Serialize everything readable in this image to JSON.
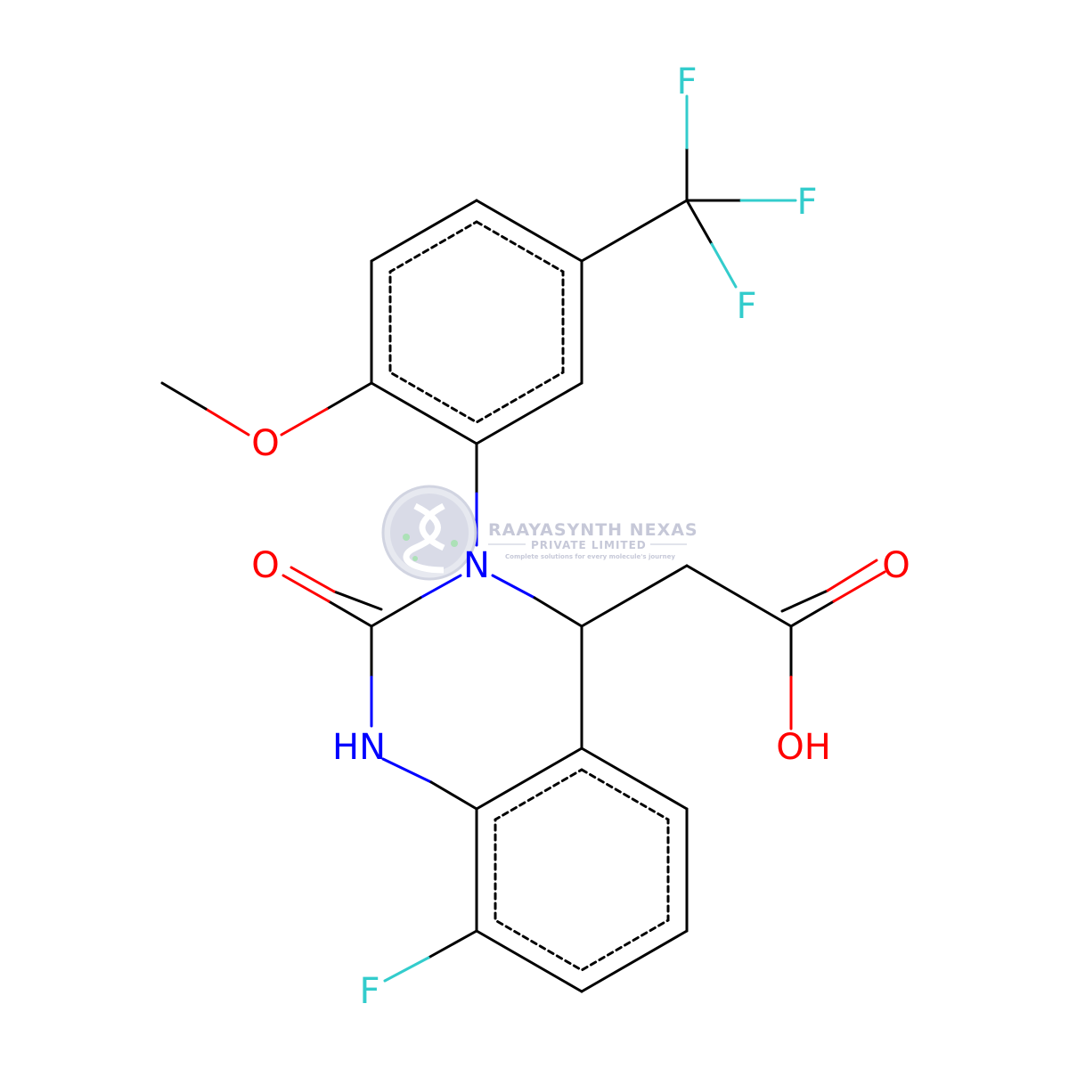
{
  "colors": {
    "carbon": "#000000",
    "nitrogen": "#0000ff",
    "oxygen": "#ff0000",
    "fluorine": "#33cccc",
    "watermark_text": "#c3c6d6",
    "watermark_logo": "#cfd2e0",
    "watermark_logo_green": "#a8e0b4"
  },
  "atoms": {
    "f_top": "F",
    "f_right": "F",
    "f_lower": "F",
    "o_methoxy": "O",
    "n_ring": "N",
    "o_carbonyl": "O",
    "o_acid": "O",
    "oh_acid": "OH",
    "nh_ring": "HN",
    "f_aryl": "F"
  },
  "watermark": {
    "company": "RAAYASYNTH NEXAS",
    "subtitle": "PRIVATE LIMITED",
    "tagline": "Complete solutions for every molecule's journey",
    "logo_icon": "dna-helix-logo"
  }
}
